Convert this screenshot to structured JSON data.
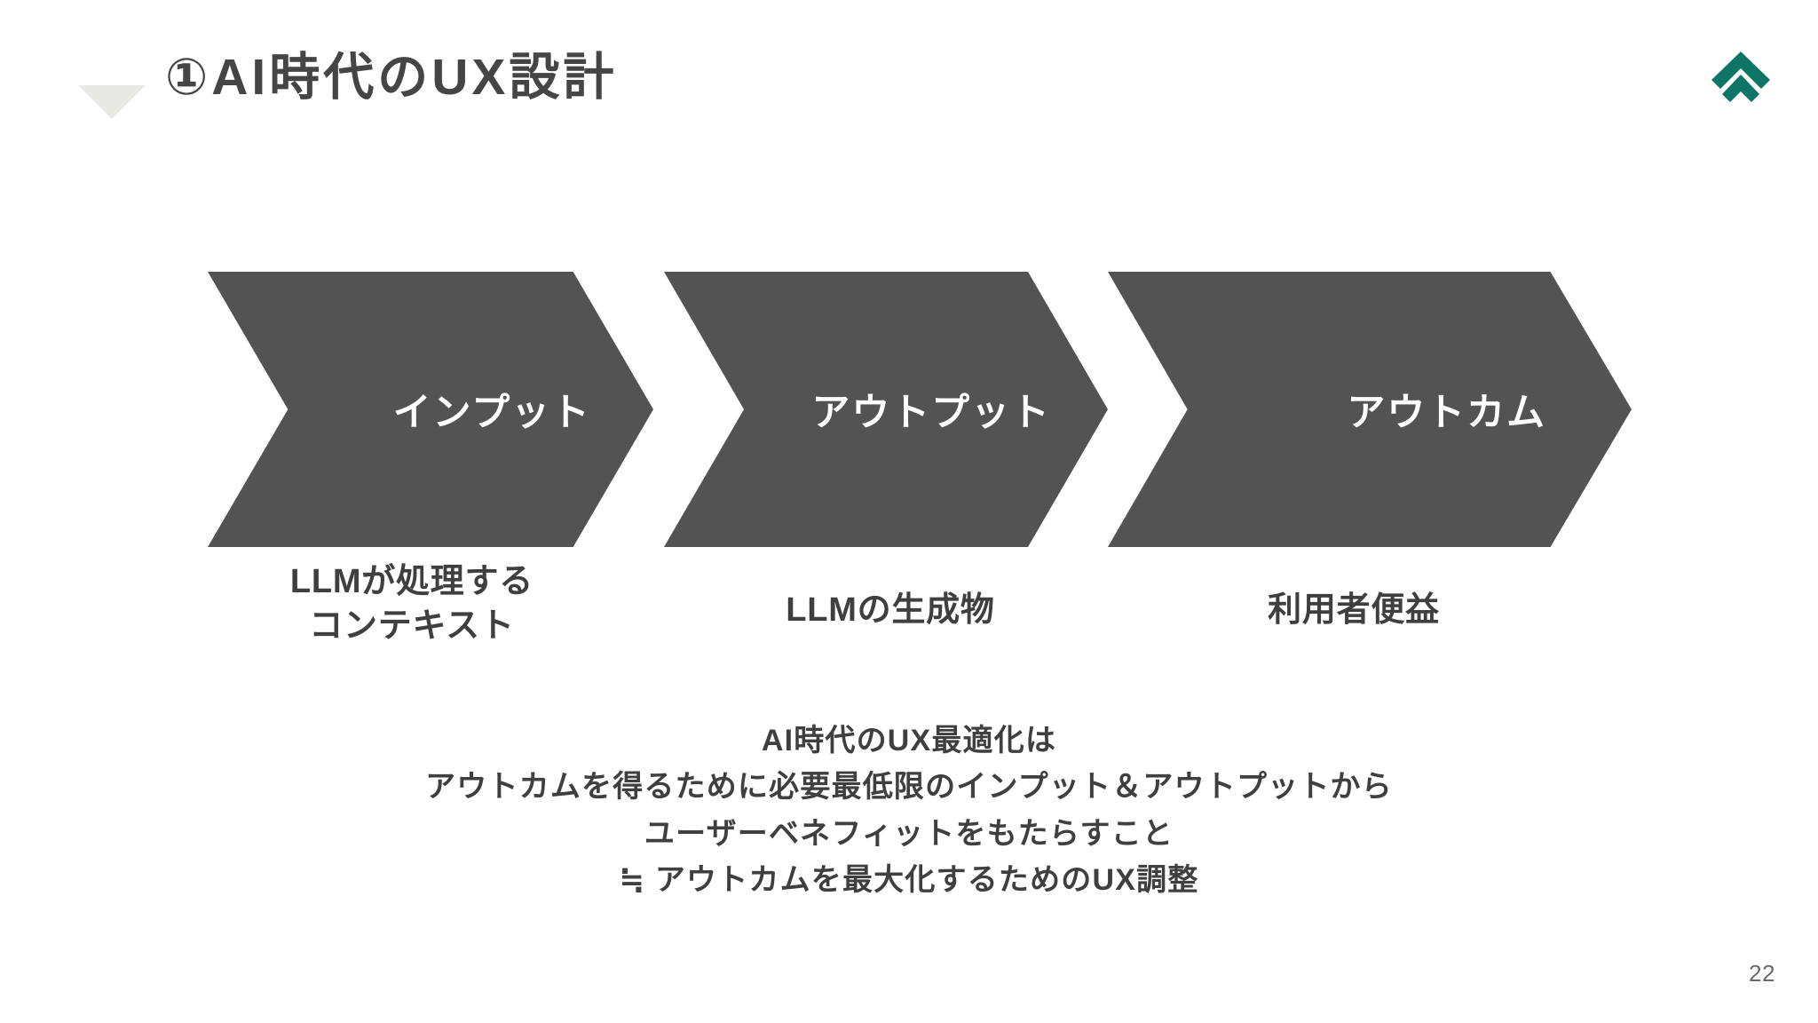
{
  "slide": {
    "page_number": "22",
    "background_color": "#ffffff"
  },
  "header": {
    "bullet_icon": "triangle-down-icon",
    "bullet_color": "#e8e8e4",
    "title": "①AI時代のUX設計",
    "title_color": "#454545",
    "logo": {
      "icon": "double-chevron-up-icon",
      "color": "#0d7565"
    }
  },
  "flow": {
    "shape_color": "#535353",
    "label_color": "#ffffff",
    "steps": [
      {
        "label": "インプット",
        "caption": "LLMが処理する\nコンテキスト"
      },
      {
        "label": "アウトプット",
        "caption": "LLMの生成物"
      },
      {
        "label": "アウトカム",
        "caption": "利用者便益"
      }
    ]
  },
  "summary": {
    "lines": [
      "AI時代のUX最適化は",
      "アウトカムを得るために必要最低限のインプット＆アウトプットから",
      "ユーザーベネフィットをもたらすこと",
      "≒ アウトカムを最大化するためのUX調整"
    ]
  }
}
